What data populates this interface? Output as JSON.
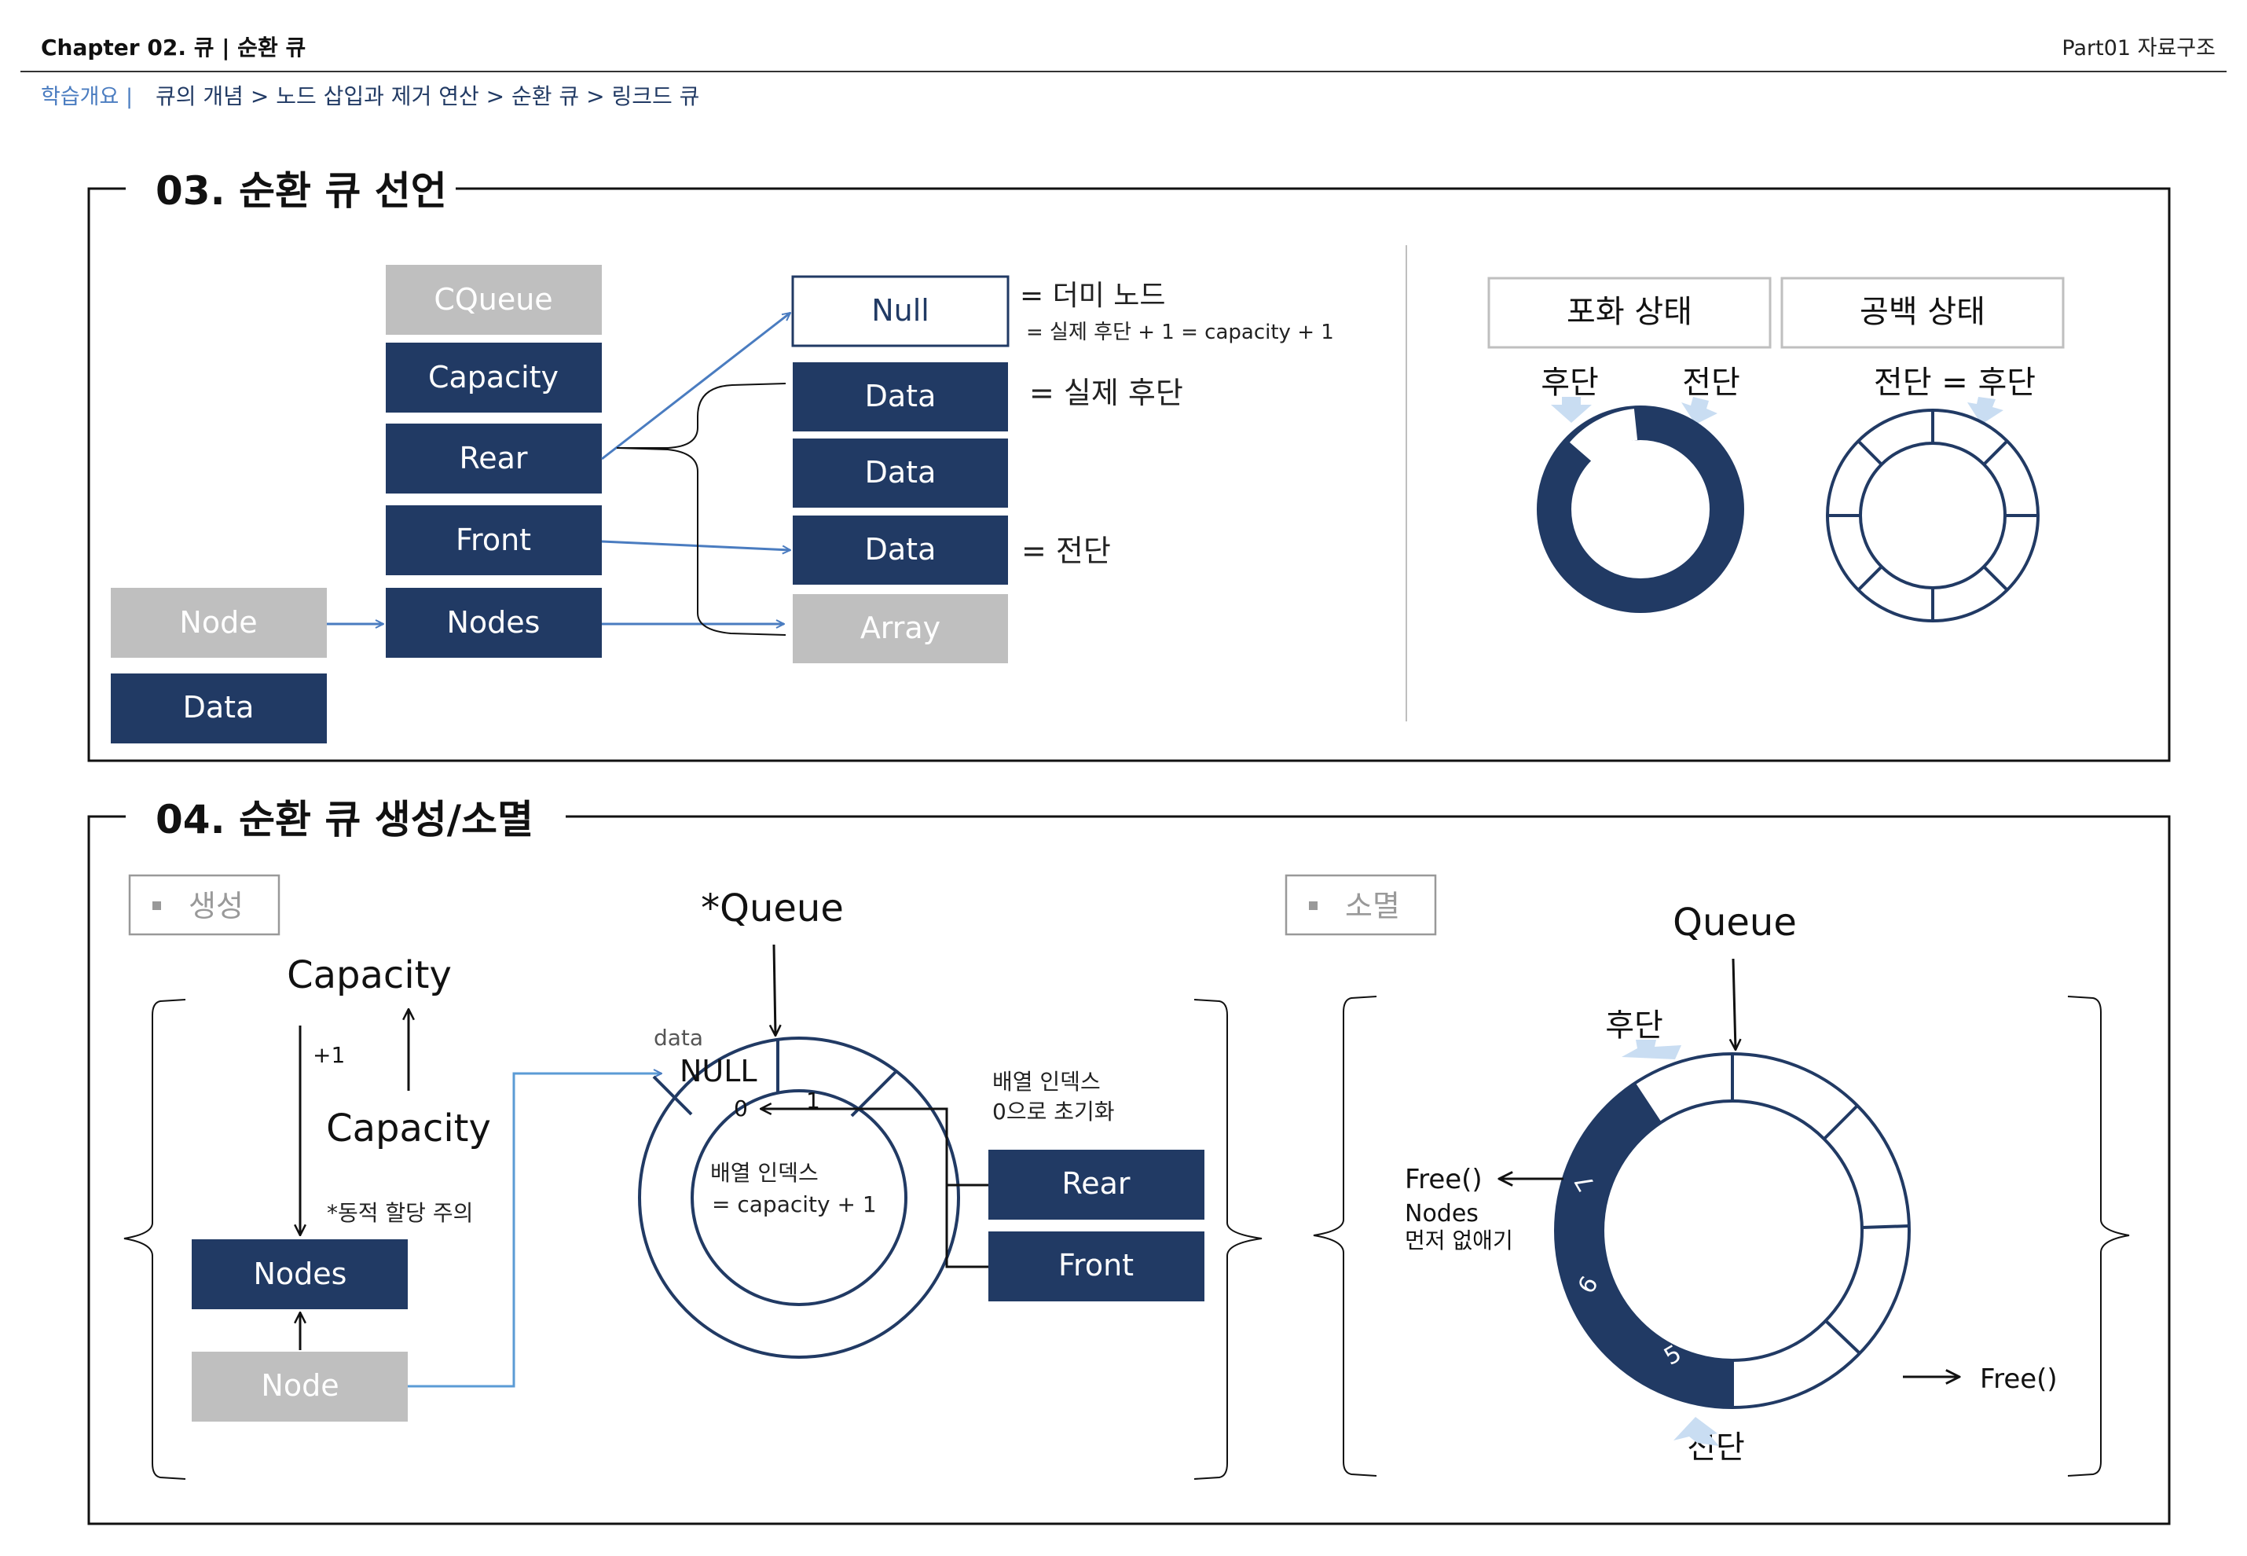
{
  "header": {
    "chapter": "Chapter 02. 큐 |  순환 큐",
    "part": "Part01 자료구조"
  },
  "breadcrumb": {
    "label": "학습개요 |",
    "path": "큐의 개념 > 노드 삽입과 제거 연산 > 순환 큐 > 링크드 큐"
  },
  "colors": {
    "navy": "#213a64",
    "gray": "#bfbfbf",
    "blue": "#4a7cc0",
    "lightblue": "#c9ddf2"
  },
  "section3": {
    "title": "03. 순환 큐 선언",
    "cqueue": "CQueue",
    "capacity": "Capacity",
    "rear": "Rear",
    "front": "Front",
    "nodes": "Nodes",
    "node": "Node",
    "data": "Data",
    "null_box": "Null",
    "data1": "Data",
    "data2": "Data",
    "data3": "Data",
    "array": "Array",
    "null_note1": "= 더미 노드",
    "null_note2": "= 실제 후단 +  1 = capacity + 1",
    "rear_note": "= 실제 후단",
    "front_note": "= 전단",
    "full_title": "포화 상태",
    "empty_title": "공백 상태",
    "full_rear": "후단",
    "full_front": "전단",
    "empty_label": "전단 = 후단"
  },
  "section4": {
    "title": "04. 순환 큐 생성/소멸",
    "create_tag": "생성",
    "destroy_tag": "소멸",
    "capacity_top": "Capacity",
    "plus_one": "+1",
    "capacity_mid": "Capacity",
    "alloc_note": "*동적 할당 주의",
    "nodes": "Nodes",
    "node": "Node",
    "queue_ptr": "*Queue",
    "data_label": "data",
    "null_label": "NULL",
    "idx0": "0",
    "idx1": "1",
    "ring_note1": "배열 인덱스",
    "ring_note2": "= capacity + 1",
    "init_note1": "배열 인덱스",
    "init_note2": "0으로 초기화",
    "rear": "Rear",
    "front": "Front",
    "queue": "Queue",
    "rear_label": "후단",
    "front_label": "전단",
    "seg7": "7",
    "seg6": "6",
    "seg5": "5",
    "free1": "Free()",
    "free_note1": "Nodes",
    "free_note2": "먼저 없애기",
    "free2": "Free()"
  }
}
